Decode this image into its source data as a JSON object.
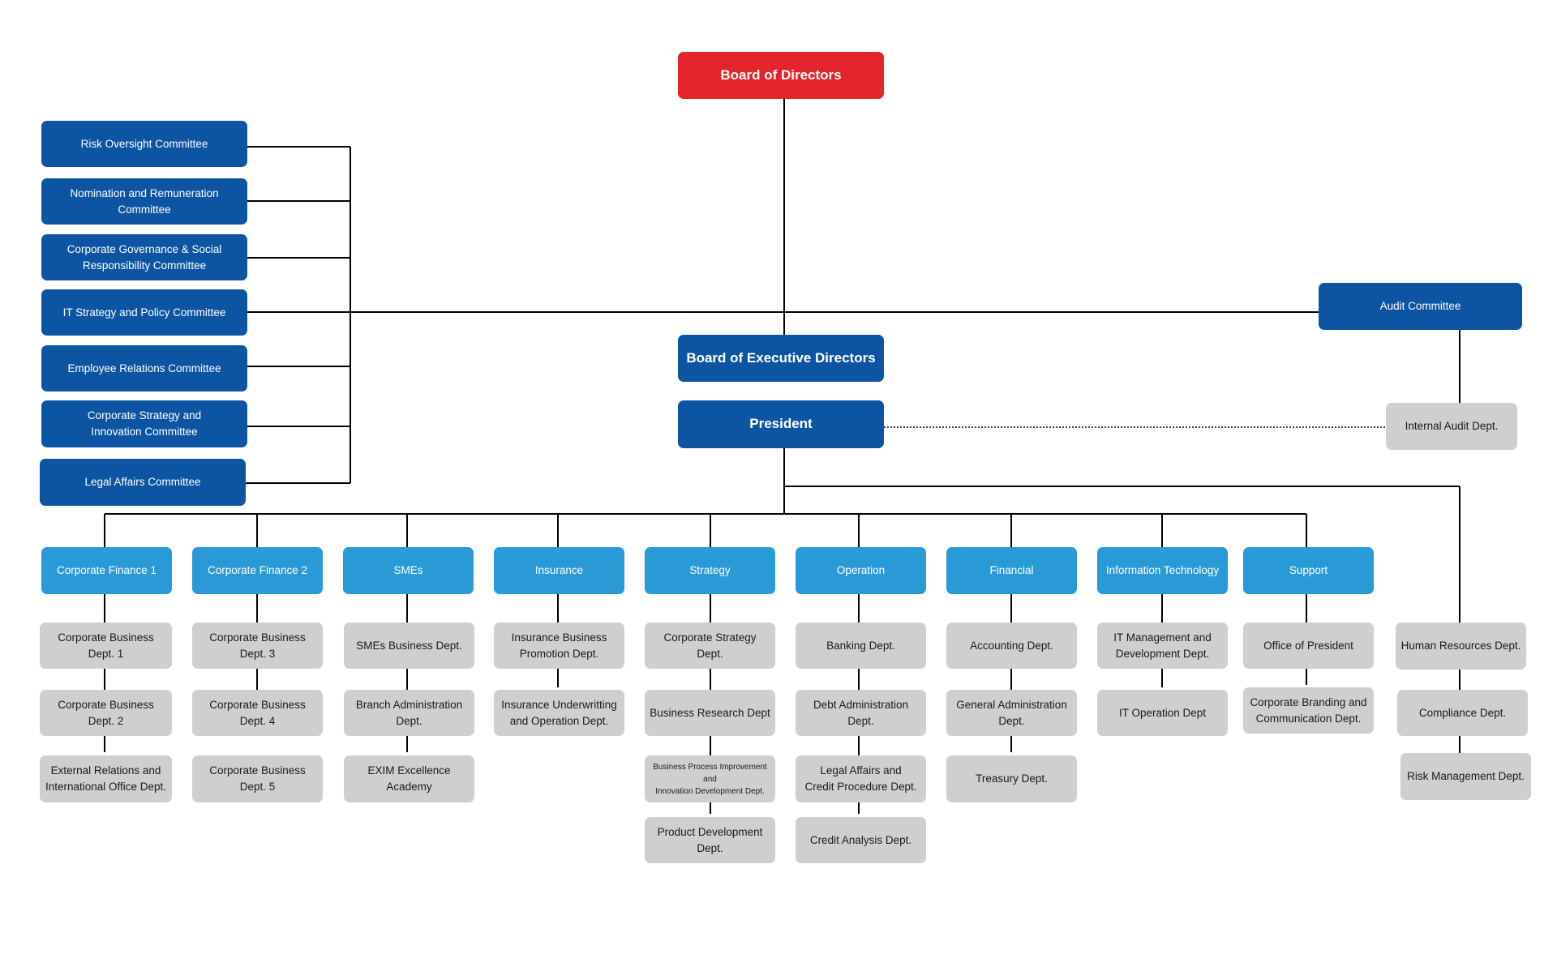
{
  "board": "Board of Directors",
  "board_of_executive_directors": "Board of Executive Directors",
  "president": "President",
  "audit_committee": "Audit Committee",
  "internal_audit": "Internal Audit Dept.",
  "committees": [
    "Risk Oversight Committee",
    "Nomination and Remuneration Committee",
    "Corporate Governance & Social\nResponsibility Committee",
    "IT Strategy and Policy Committee",
    "Employee Relations Committee",
    "Corporate Strategy and\nInnovation Committee",
    "Legal Affairs Committee"
  ],
  "divisions": [
    {
      "name": "Corporate Finance 1",
      "depts": [
        "Corporate Business Dept. 1",
        "Corporate Business Dept. 2",
        "External Relations and\nInternational Office Dept."
      ]
    },
    {
      "name": "Corporate Finance 2",
      "depts": [
        "Corporate Business Dept. 3",
        "Corporate Business Dept. 4",
        "Corporate Business Dept. 5"
      ]
    },
    {
      "name": "SMEs",
      "depts": [
        "SMEs Business Dept.",
        "Branch Administration\nDept.",
        "EXIM Excellence Academy"
      ]
    },
    {
      "name": "Insurance",
      "depts": [
        "Insurance Business\nPromotion Dept.",
        "Insurance Underwritting\nand Operation Dept."
      ]
    },
    {
      "name": "Strategy",
      "depts": [
        "Corporate Strategy Dept.",
        "Business Research Dept",
        "Business Process Improvement and\nInnovation Development Dept.",
        "Product Development Dept."
      ]
    },
    {
      "name": "Operation",
      "depts": [
        "Banking Dept.",
        "Debt Administration Dept.",
        "Legal Affairs and\nCredit Procedure Dept.",
        "Credit Analysis Dept."
      ]
    },
    {
      "name": "Financial",
      "depts": [
        "Accounting Dept.",
        "General Administration\nDept.",
        "Treasury Dept."
      ]
    },
    {
      "name": "Information Technology",
      "depts": [
        "IT Management and\nDevelopment Dept.",
        "IT Operation Dept"
      ]
    },
    {
      "name": "Support",
      "depts": [
        "Office of President",
        "Corporate Branding and\nCommunication Dept."
      ]
    }
  ],
  "direct_depts": [
    "Human Resources Dept.",
    "Compliance Dept.",
    "Risk Management Dept."
  ]
}
